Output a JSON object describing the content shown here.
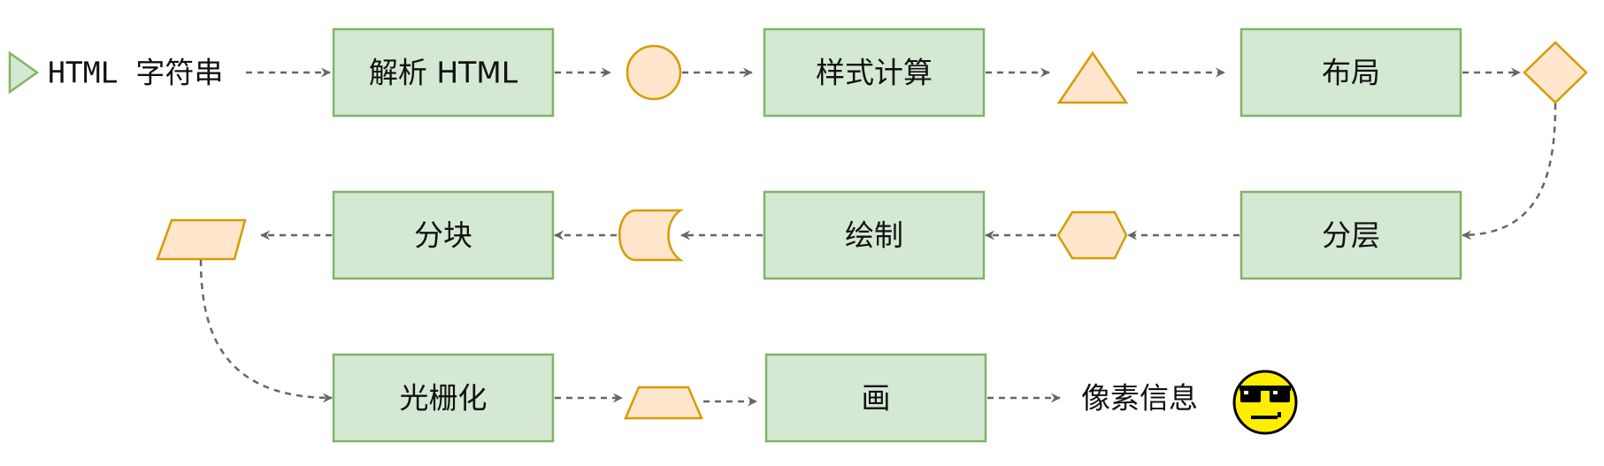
{
  "input_label": "HTML 字符串",
  "nodes": {
    "parse": "解析 HTML",
    "style": "样式计算",
    "layout": "布局",
    "layer": "分层",
    "paint": "绘制",
    "tile": "分块",
    "raster": "光栅化",
    "draw": "画"
  },
  "output_label": "像素信息",
  "colors": {
    "box_fill": "#d5e8d4",
    "box_stroke": "#82b366",
    "shape_fill": "#ffe6cc",
    "shape_stroke": "#d79b00",
    "edge": "#666666"
  }
}
